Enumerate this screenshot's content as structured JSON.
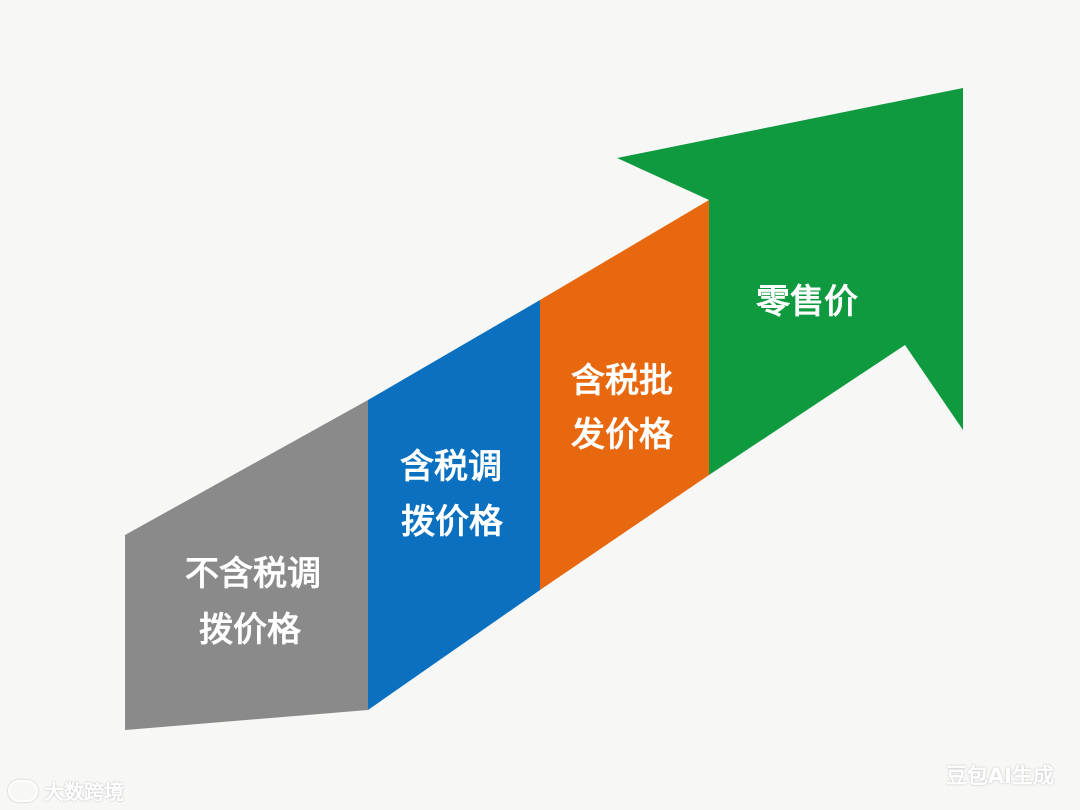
{
  "segments": [
    {
      "id": "gray",
      "color": "#8a8a8a",
      "lines": [
        "不含税调",
        "拨价格"
      ]
    },
    {
      "id": "blue",
      "color": "#0a70bf",
      "lines": [
        "含税调",
        "拨价格"
      ]
    },
    {
      "id": "orange",
      "color": "#e8680f",
      "lines": [
        "含税批",
        "发价格"
      ]
    },
    {
      "id": "green",
      "color": "#0f9a3f",
      "lines": [
        "零售价"
      ]
    }
  ],
  "watermarks": {
    "left": "大数跨境",
    "right": "豆包AI生成"
  }
}
